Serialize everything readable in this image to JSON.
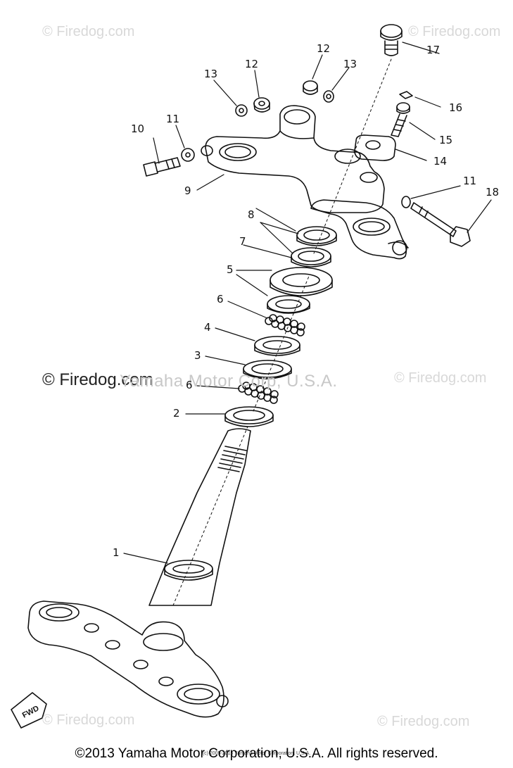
{
  "watermarks": {
    "top_left": "© Firedog.com",
    "top_right": "© Firedog.com",
    "mid_left": "© Firedog.com",
    "mid_right": "© Firedog.com",
    "mid_overlay": "Yamaha Motor Corp, U.S.A.",
    "bottom_left": "© Firedog.com",
    "bottom_right": "© Firedog.com"
  },
  "callouts": [
    {
      "id": "c1",
      "text": "1"
    },
    {
      "id": "c2",
      "text": "2"
    },
    {
      "id": "c3",
      "text": "3"
    },
    {
      "id": "c4",
      "text": "4"
    },
    {
      "id": "c5",
      "text": "5"
    },
    {
      "id": "c6a",
      "text": "6"
    },
    {
      "id": "c6b",
      "text": "6"
    },
    {
      "id": "c7",
      "text": "7"
    },
    {
      "id": "c8",
      "text": "8"
    },
    {
      "id": "c9",
      "text": "9"
    },
    {
      "id": "c10",
      "text": "10"
    },
    {
      "id": "c11a",
      "text": "11"
    },
    {
      "id": "c11b",
      "text": "11"
    },
    {
      "id": "c12a",
      "text": "12"
    },
    {
      "id": "c12b",
      "text": "12"
    },
    {
      "id": "c13a",
      "text": "13"
    },
    {
      "id": "c13b",
      "text": "13"
    },
    {
      "id": "c14",
      "text": "14"
    },
    {
      "id": "c15",
      "text": "15"
    },
    {
      "id": "c16",
      "text": "16"
    },
    {
      "id": "c17",
      "text": "17"
    },
    {
      "id": "c18",
      "text": "18"
    }
  ],
  "fwd_label": "FWD",
  "small_credit": "(c) 2005-2015 Yamaha Motor Corporation, U.S.A.",
  "footer": "©2013 Yamaha Motor Corporation, U.S.A. All rights reserved."
}
